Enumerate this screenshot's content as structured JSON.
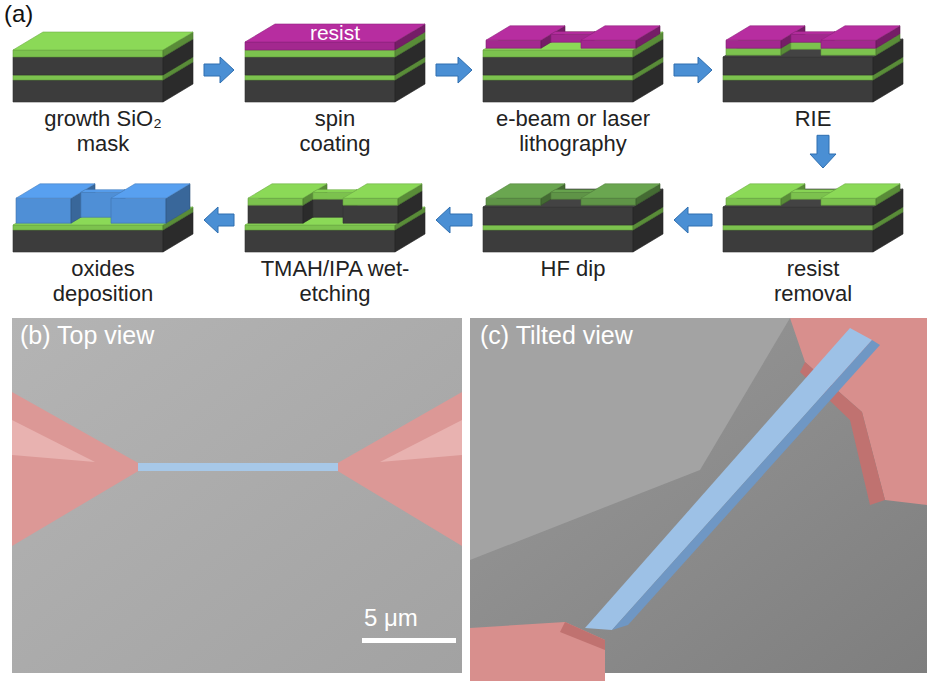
{
  "diagram": {
    "nodes": [
      {
        "text": [
          "growth SiO₂ mask"
        ]
      },
      {
        "text": [
          "spin coating"
        ]
      },
      {
        "text": [
          "e-beam or laser lithography"
        ]
      },
      {
        "text": [
          "RIE"
        ]
      },
      {
        "text": [
          "resist removal"
        ]
      },
      {
        "text": [
          "HF dip"
        ]
      },
      {
        "text": [
          "TMAH/IPA wet-etching"
        ]
      },
      {
        "text": [
          "oxides deposition"
        ]
      }
    ],
    "edges": [
      {
        "from": 0,
        "to": 1,
        "arrow": "to"
      },
      {
        "from": 1,
        "to": 2,
        "arrow": "to"
      },
      {
        "from": 2,
        "to": 3,
        "arrow": "to"
      },
      {
        "from": 3,
        "to": 4,
        "arrow": "to"
      },
      {
        "from": 4,
        "to": 5,
        "arrow": "to"
      },
      {
        "from": 5,
        "to": 6,
        "arrow": "to"
      },
      {
        "from": 6,
        "to": 7,
        "arrow": "to"
      }
    ],
    "labels": [
      "(a)",
      "resist",
      "(b) Top view",
      "5 μm",
      "(c) Tilted view"
    ]
  }
}
